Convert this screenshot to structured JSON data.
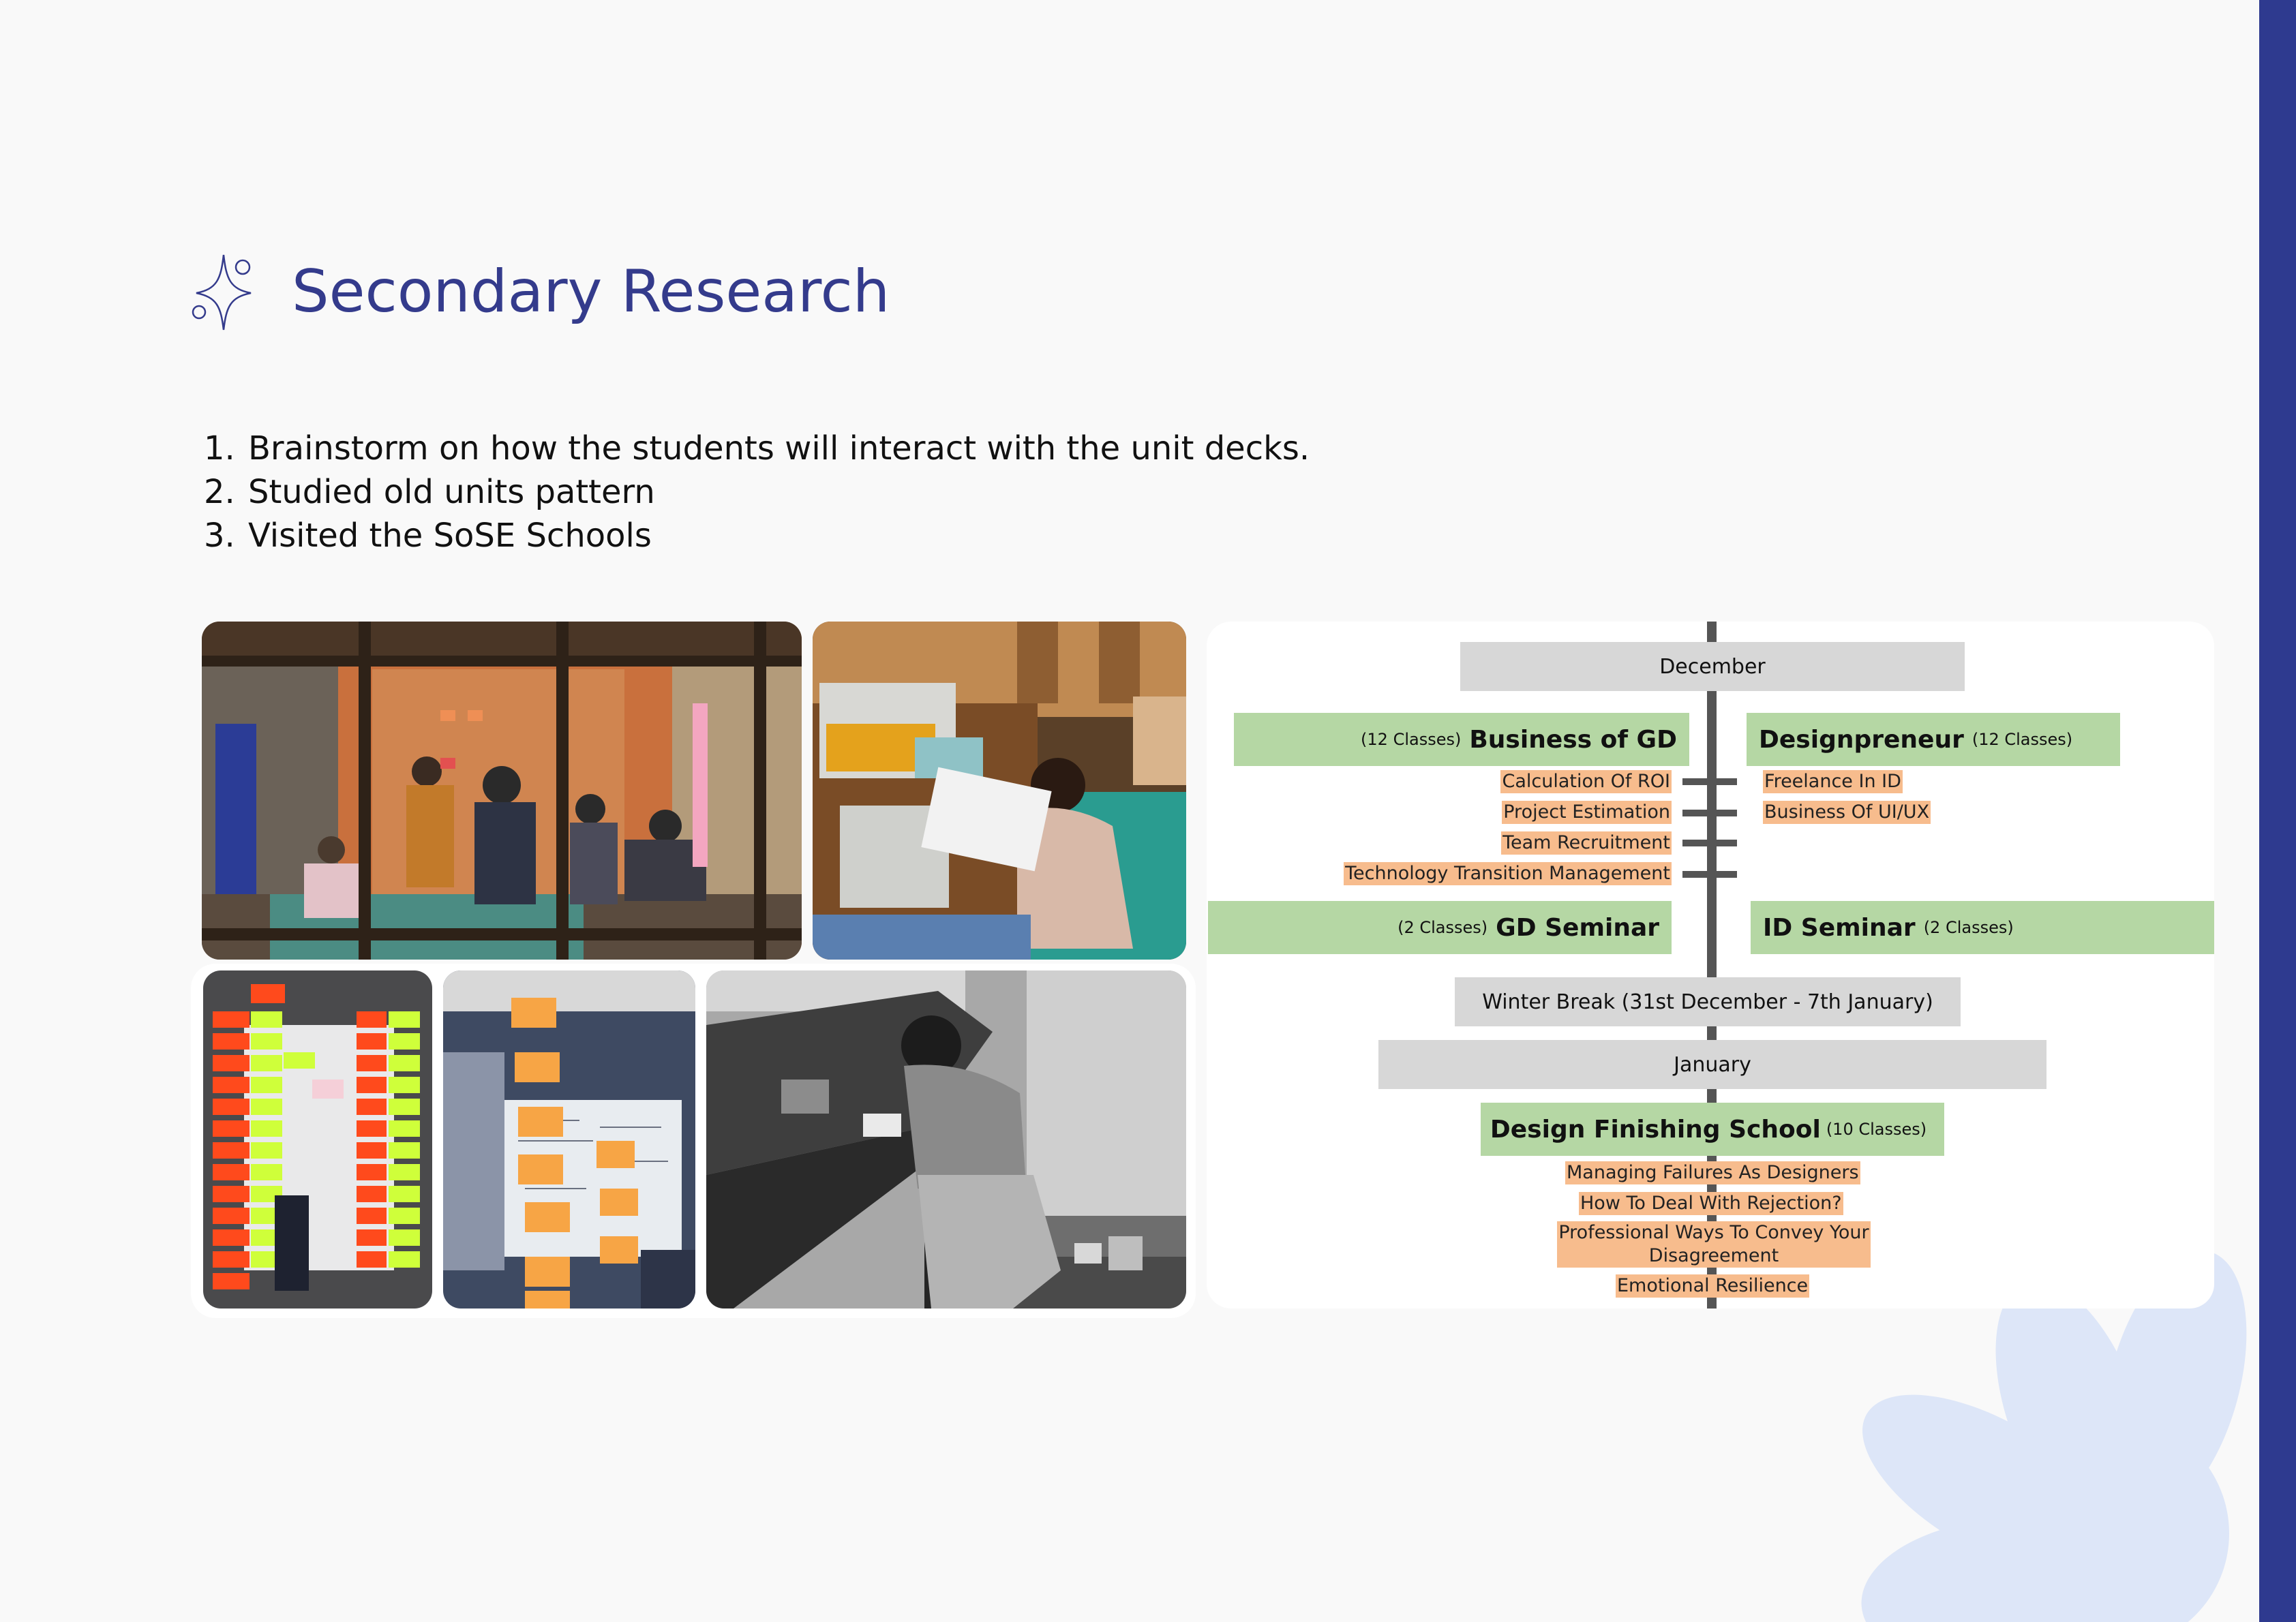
{
  "title": "Secondary Research",
  "points": [
    "Brainstorm on how the students will interact with the unit decks.",
    "Studied old units pattern",
    "Visited the SoSE Schools"
  ],
  "photos": [
    "brainstorm-room-photo",
    "student-reading-photo",
    "sticky-notes-wall-photo",
    "whiteboard-notes-photo",
    "student-writing-photo"
  ],
  "timeline": {
    "december": "December",
    "business_gd": {
      "title": "Business of GD",
      "classes": "(12 Classes)"
    },
    "designpreneur": {
      "title": "Designpreneur",
      "classes": "(12 Classes)"
    },
    "business_gd_topics": [
      "Calculation Of ROI",
      "Project Estimation",
      "Team Recruitment",
      "Technology Transition Management"
    ],
    "designpreneur_topics": [
      "Freelance In ID",
      "Business Of UI/UX"
    ],
    "gd_seminar": {
      "title": "GD Seminar",
      "classes": "(2 Classes)"
    },
    "id_seminar": {
      "title": "ID Seminar",
      "classes": "(2 Classes)"
    },
    "winter_break": "Winter Break (31st December - 7th January)",
    "january": "January",
    "finishing_school": {
      "title": "Design Finishing School",
      "classes": "(10 Classes)"
    },
    "finishing_topics": [
      "Managing Failures As Designers",
      "How To Deal With Rejection?",
      "Professional Ways To Convey Your Disagreement",
      "Emotional Resilience"
    ]
  },
  "colors": {
    "accent": "#343b8c",
    "side_bar": "#2e3a8f",
    "flower": "#dde6f8",
    "green_box": "#b5d7a4",
    "topic_highlight": "#f7bc8d",
    "grey_box": "#d7d7d7"
  }
}
